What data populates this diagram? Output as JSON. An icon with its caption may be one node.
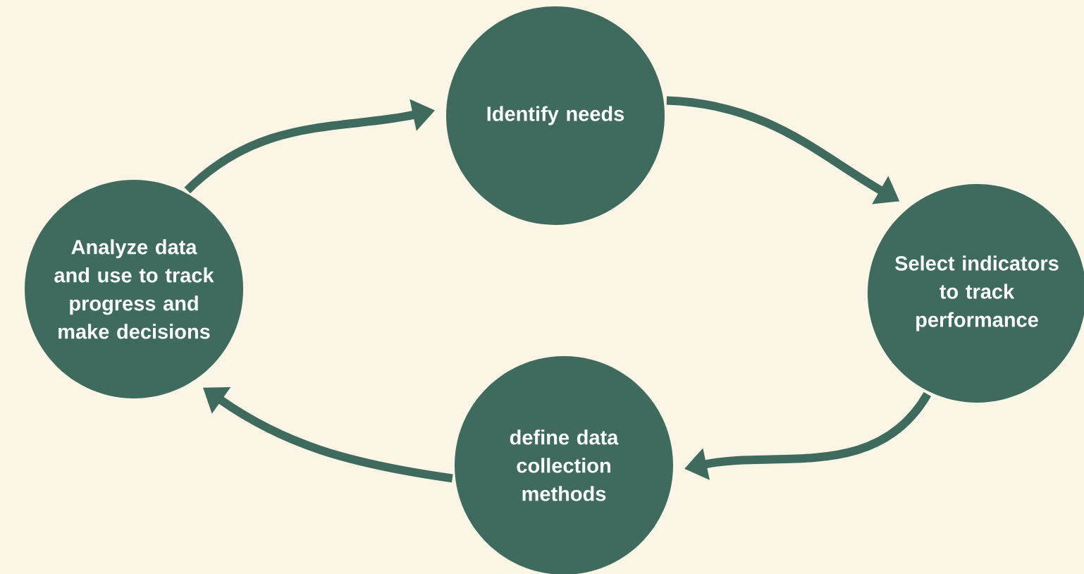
{
  "diagram": {
    "nodes": [
      {
        "text": [
          "Identify needs"
        ]
      },
      {
        "text": [
          "Select indicators to track performance"
        ]
      },
      {
        "text": [
          "define data collection methods"
        ]
      },
      {
        "text": [
          "Analyze data and use to track progress and make decisions"
        ]
      }
    ],
    "edges": [
      {
        "from": 0,
        "to": 1,
        "arrow": "to"
      },
      {
        "from": 1,
        "to": 2,
        "arrow": "to"
      },
      {
        "from": 2,
        "to": 3,
        "arrow": "to"
      },
      {
        "from": 3,
        "to": 0,
        "arrow": "to"
      }
    ]
  }
}
